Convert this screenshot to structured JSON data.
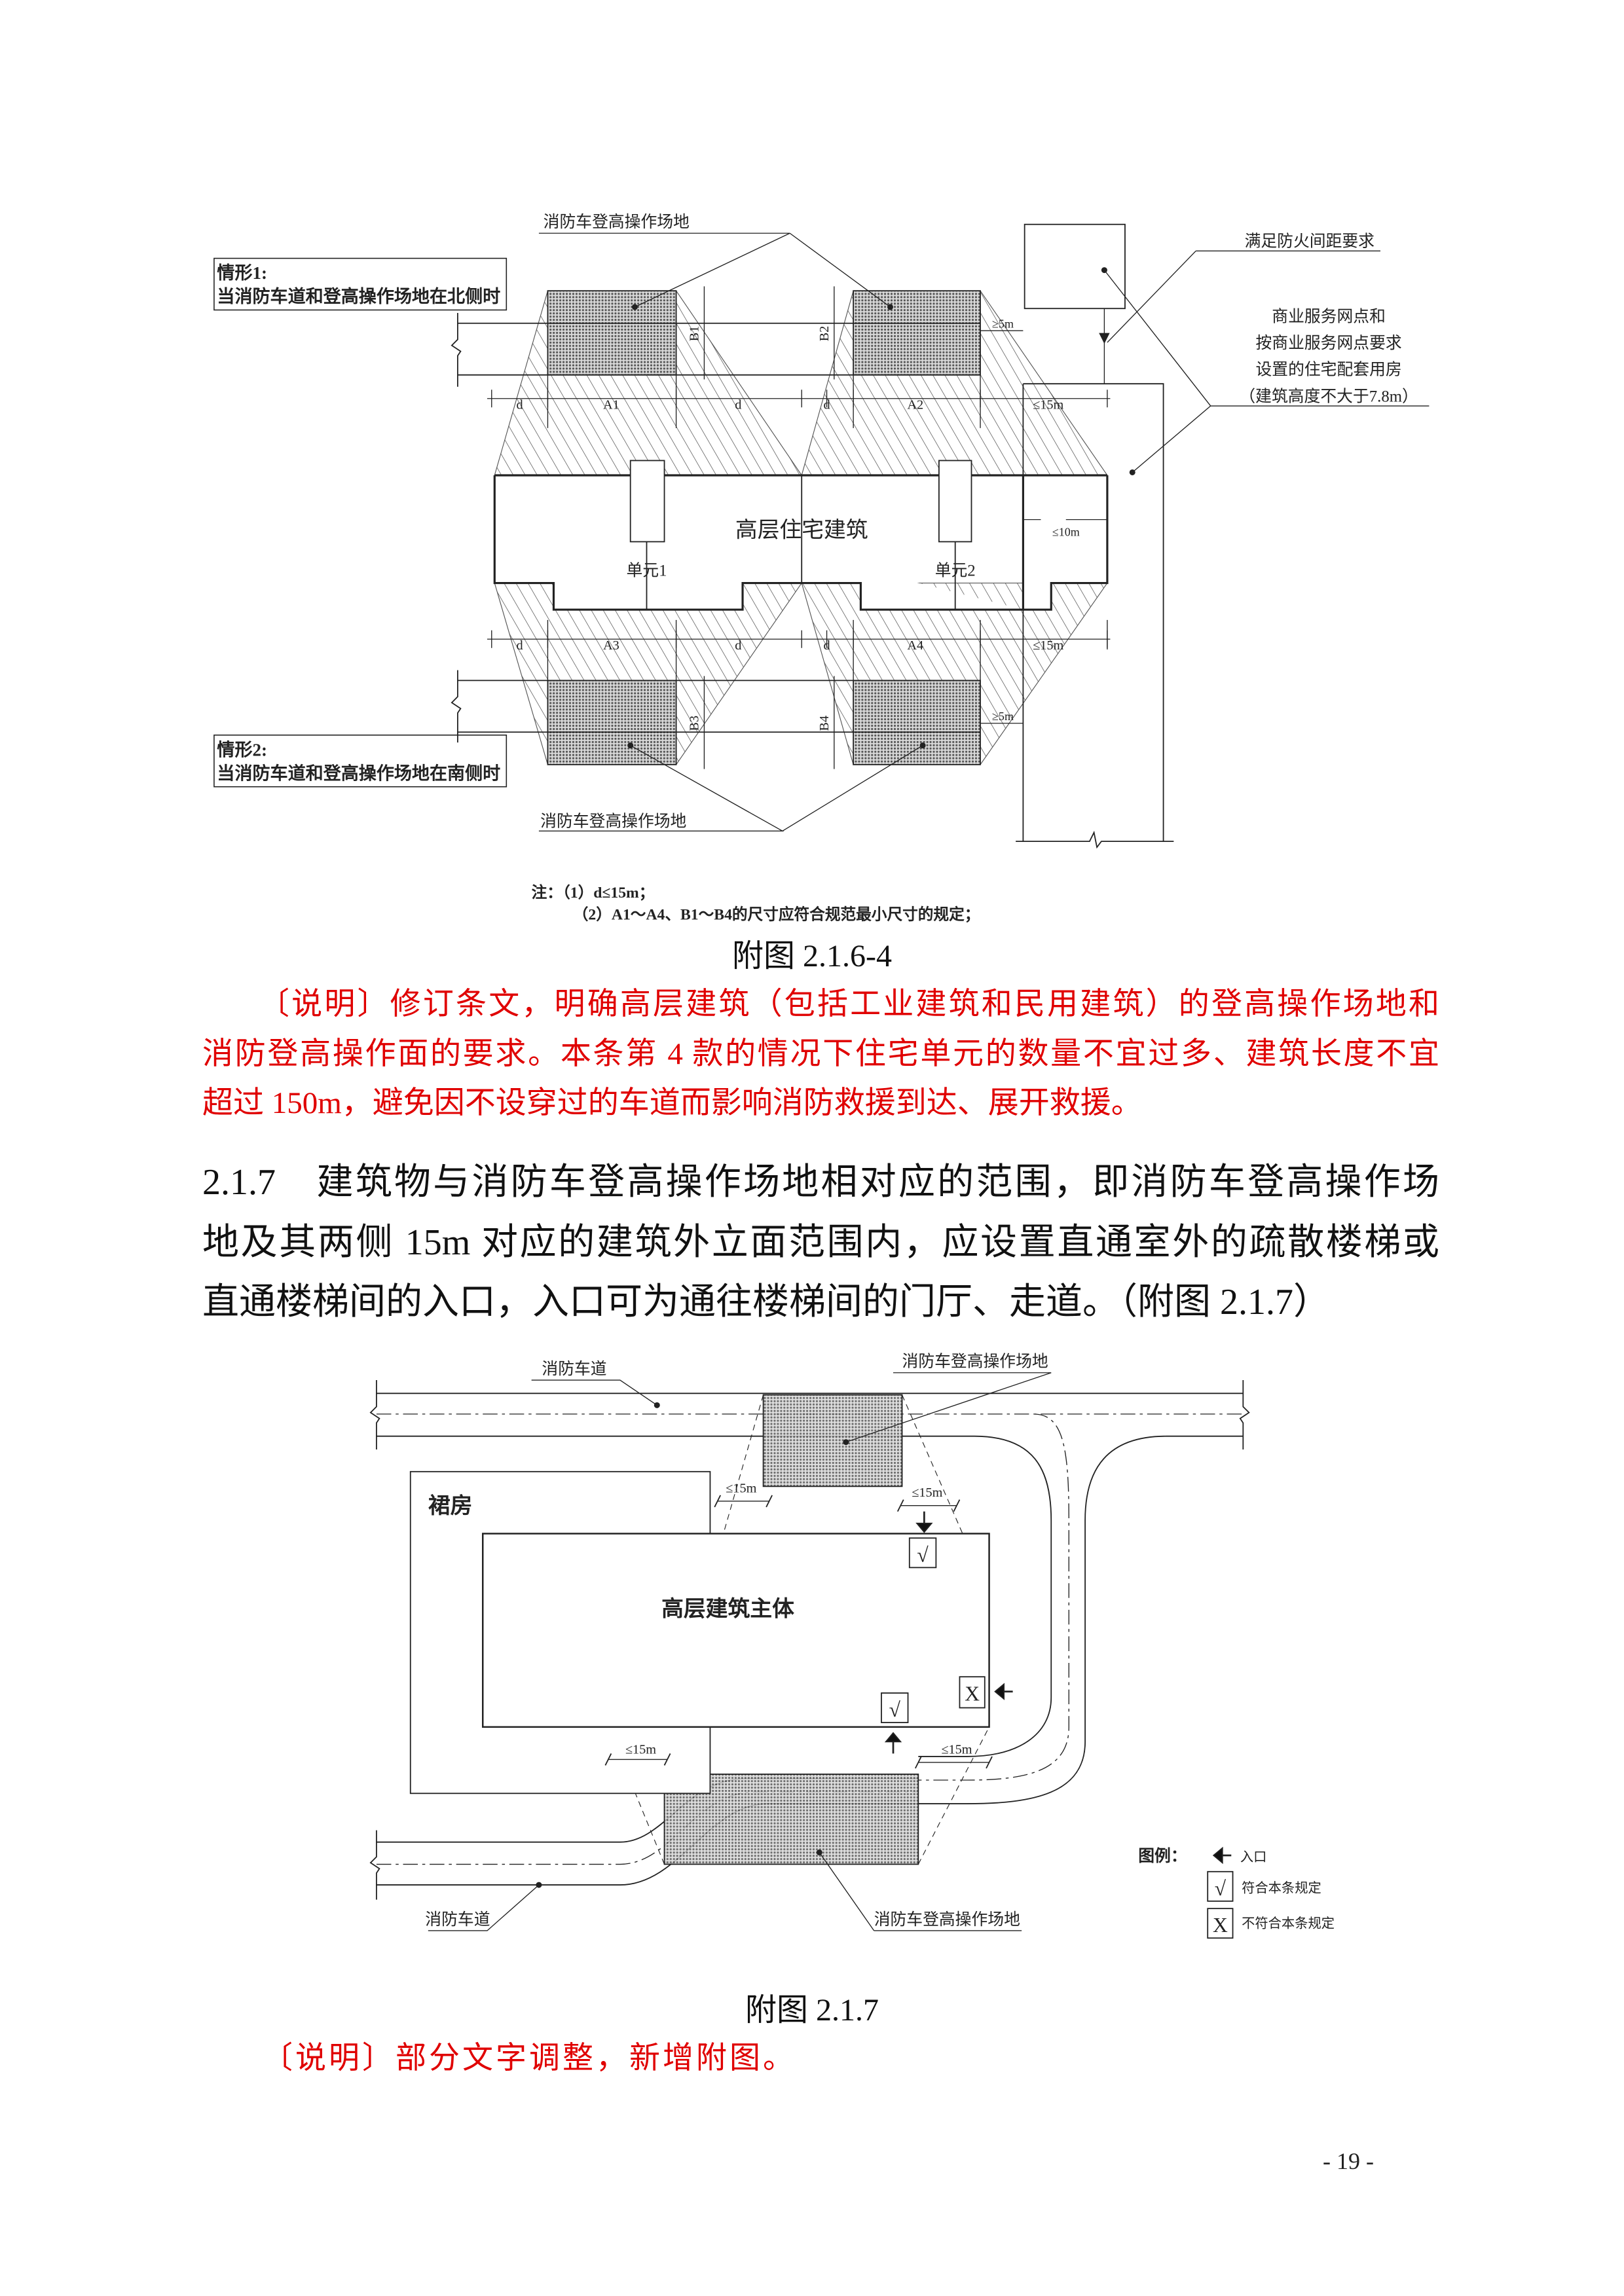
{
  "figure1": {
    "platform_label_top": "消防车登高操作场地",
    "platform_label_bottom": "消防车登高操作场地",
    "case1_title": "情形1:",
    "case1_desc": "当消防车道和登高操作场地在北侧时",
    "case2_title": "情形2:",
    "case2_desc": "当消防车道和登高操作场地在南侧时",
    "building_label": "高层住宅建筑",
    "unit1": "单元1",
    "unit2": "单元2",
    "dims_top": [
      "d",
      "A1",
      "d",
      "d",
      "A2",
      "≤15m"
    ],
    "dims_bottom": [
      "d",
      "A3",
      "d",
      "d",
      "A4",
      "≤15m"
    ],
    "b_labels": [
      "B1",
      "B2",
      "B3",
      "B4"
    ],
    "ge5m": "≥5m",
    "le10m": "≤10m",
    "fire_distance_label": "满足防火间距要求",
    "commercial_label": [
      "商业服务网点和",
      "按商业服务网点要求",
      "设置的住宅配套用房",
      "（建筑高度不大于7.8m）"
    ],
    "note1": "注：（1）d≤15m；",
    "note2": "（2）A1～A4、B1～B4的尺寸应符合规范最小尺寸的规定；"
  },
  "caption1": "附图 2.1.6-4",
  "explanation1": [
    "〔说明〕修订条文，明确高层建筑（包括工业建筑和民用建筑）的登高操作场地和",
    "消防登高操作面的要求。本条第 4 款的情况下住宅单元的数量不宜过多、建筑长度不宜",
    "超过 150m，避免因不设穿过的车道而影响消防救援到达、展开救援。"
  ],
  "clause": [
    "2.1.7　建筑物与消防车登高操作场地相对应的范围，即消防车登高操作场",
    "地及其两侧 15m 对应的建筑外立面范围内，应设置直通室外的疏散楼梯或",
    "直通楼梯间的入口，入口可为通往楼梯间的门厅、走道。（附图 2.1.7）"
  ],
  "figure2": {
    "road_label_top": "消防车道",
    "road_label_bottom": "消防车道",
    "platform_label_top": "消防车登高操作场地",
    "platform_label_bottom": "消防车登高操作场地",
    "podium": "裙房",
    "tower": "高层建筑主体",
    "dim": [
      "≤15m",
      "≤15m",
      "≤15m",
      "≤15m"
    ],
    "check": "√",
    "cross": "X",
    "legend_title": "图例：",
    "legend_entry": "入口",
    "legend_ok": "符合本条规定",
    "legend_bad": "不符合本条规定"
  },
  "caption2": "附图 2.1.7",
  "explanation2": "〔说明〕部分文字调整，新增附图。",
  "page_number": "- 19 -",
  "colors": {
    "red": "#e00000",
    "text": "#111111"
  }
}
